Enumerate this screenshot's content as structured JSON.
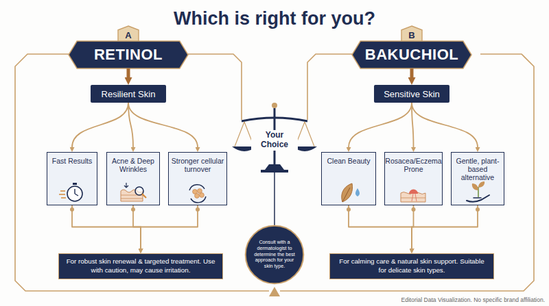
{
  "diagram": {
    "title": "Which is right for you?",
    "nodes": [
      {
        "text": [
          "A"
        ]
      },
      {
        "text": [
          "RETINOL"
        ]
      },
      {
        "text": [
          "Resilient Skin"
        ]
      },
      {
        "text": [
          "Fast Results"
        ]
      },
      {
        "text": [
          "Acne & Deep Wrinkles"
        ]
      },
      {
        "text": [
          "Stronger cellular turnover"
        ]
      },
      {
        "text": [
          "For robust skin renewal & targeted treatment. Use with caution, may cause irritation."
        ]
      },
      {
        "text": [
          "Consult with a dermatologist to determine the best approach for your skin type."
        ]
      },
      {
        "text": [
          "B"
        ]
      },
      {
        "text": [
          "BAKUCHIOL"
        ]
      },
      {
        "text": [
          "Sensitive Skin"
        ]
      },
      {
        "text": [
          "Clean Beauty"
        ]
      },
      {
        "text": [
          "Rosacea/Eczema Prone"
        ]
      },
      {
        "text": [
          "Gentle, plant-based alternative"
        ]
      },
      {
        "text": [
          "For calming care & natural skin support. Suitable for delicate skin types."
        ]
      }
    ],
    "edges": [
      {
        "from": 1,
        "to": 2,
        "arrow": "to"
      },
      {
        "from": 2,
        "to": 3,
        "arrow": "to"
      },
      {
        "from": 2,
        "to": 4,
        "arrow": "to"
      },
      {
        "from": 2,
        "to": 5,
        "arrow": "to"
      },
      {
        "from": 3,
        "to": 6,
        "arrow": "to"
      },
      {
        "from": 4,
        "to": 6,
        "arrow": "to"
      },
      {
        "from": 5,
        "to": 6,
        "arrow": "to"
      },
      {
        "from": 9,
        "to": 10,
        "arrow": "to"
      },
      {
        "from": 10,
        "to": 11,
        "arrow": "to"
      },
      {
        "from": 10,
        "to": 12,
        "arrow": "to"
      },
      {
        "from": 10,
        "to": 13,
        "arrow": "to"
      },
      {
        "from": 11,
        "to": 14,
        "arrow": "to"
      },
      {
        "from": 12,
        "to": 14,
        "arrow": "to"
      },
      {
        "from": 13,
        "to": 14,
        "arrow": "to"
      }
    ],
    "labels": [
      "Your Choice",
      "Editorial Data Visualization. No specific brand affiliation."
    ]
  }
}
